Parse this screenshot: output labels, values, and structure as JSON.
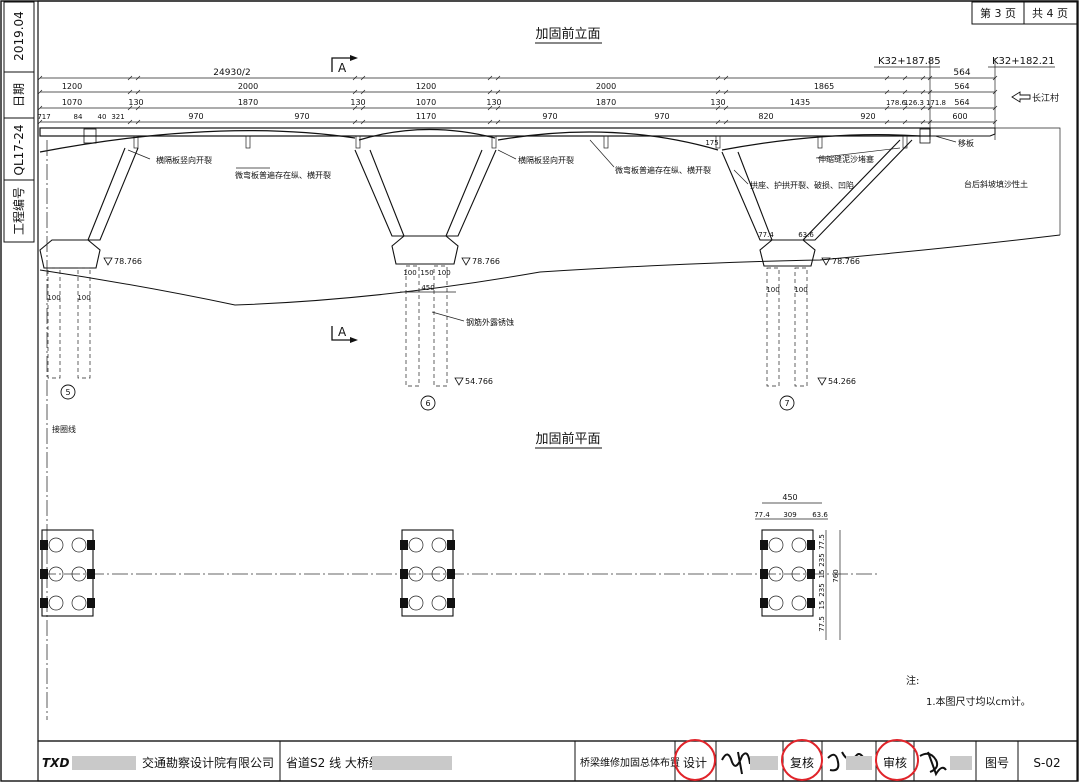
{
  "sheet": {
    "page_current": "第 3 页",
    "page_total": "共 4 页",
    "side_date_label": "日期",
    "side_date": "2019.04",
    "side_project_label": "工程编号",
    "side_project_no": "QL17-24"
  },
  "elevation": {
    "title": "加固前立面",
    "section_mark": "A",
    "stations": [
      "K32+187.85",
      "K32+182.21"
    ],
    "top_dims": [
      "24930/2",
      "564"
    ],
    "dim_row1": [
      "1200",
      "2000",
      "1200",
      "2000",
      "1865",
      "564"
    ],
    "dim_row2": [
      "1070",
      "130",
      "1870",
      "130",
      "1070",
      "130",
      "1870",
      "130",
      "1435",
      "178.6",
      "126.3",
      "171.8",
      "564"
    ],
    "dim_row3": [
      "717",
      "84",
      "40",
      "321",
      "970",
      "970",
      "1170",
      "970",
      "970",
      "820",
      "920",
      "600"
    ],
    "village": "长江村",
    "annotations": [
      "横隔板竖向开裂",
      "微弯板普遍存在纵、横开裂",
      "横隔板竖向开裂",
      "微弯板普遍存在纵、横开裂",
      "伸缩缝泥沙堵塞",
      "拱座、护拱开裂、破损、凹陷",
      "台后斜坡填沙性土",
      "移板",
      "钢筋外露锈蚀",
      "接圈线"
    ],
    "elevations": [
      "78.766",
      "78.766",
      "78.766",
      "54.766",
      "54.266"
    ],
    "pier_dims": [
      "100",
      "100",
      "100",
      "150",
      "100",
      "450",
      "100",
      "100",
      "77.4",
      "63.6",
      "175"
    ],
    "piers": [
      "5",
      "6",
      "7"
    ]
  },
  "plan": {
    "title": "加固前平面",
    "dims": [
      "450",
      "77.4",
      "309",
      "63.6",
      "77.5",
      "235",
      "15",
      "235",
      "15",
      "77.5",
      "760"
    ]
  },
  "notes": {
    "label": "注:",
    "items": [
      "1.本图尺寸均以cm计。"
    ]
  },
  "title_block": {
    "logo": "TXD",
    "company": "交通勘察设计院有限公司",
    "project": "省道S2 线 大桥维修加固工程",
    "drawing_title": "桥梁维修加固总体布置",
    "design_label": "设计",
    "check_label": "复核",
    "review_label": "审核",
    "drawing_no_label": "图号",
    "drawing_no": "S-02"
  },
  "colors": {
    "ink": "#111111",
    "highlight_circle": "#e0242a"
  }
}
